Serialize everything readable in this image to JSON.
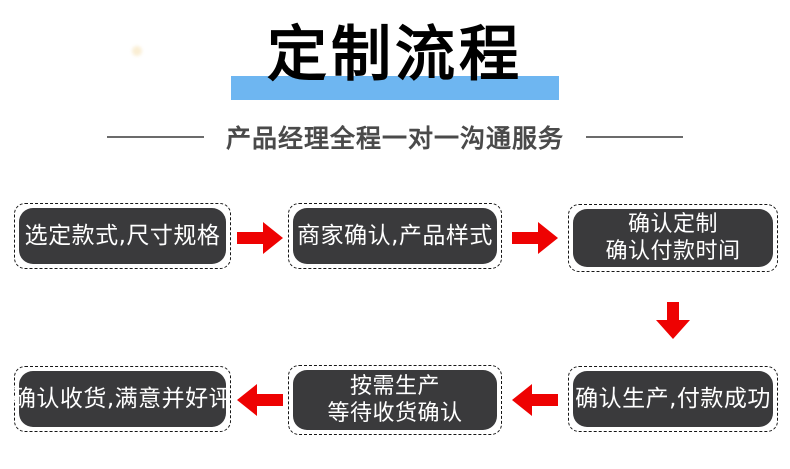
{
  "header": {
    "title": "定制流程",
    "subtitle": "产品经理全程一对一沟通服务"
  },
  "flow": {
    "steps": [
      {
        "order": 1,
        "line1": "选定款式,尺寸规格",
        "line2": ""
      },
      {
        "order": 2,
        "line1": "商家确认,产品样式",
        "line2": ""
      },
      {
        "order": 3,
        "line1": "确认定制",
        "line2": "确认付款时间"
      },
      {
        "order": 4,
        "line1": "确认生产,付款成功",
        "line2": ""
      },
      {
        "order": 5,
        "line1": "按需生产",
        "line2": "等待收货确认"
      },
      {
        "order": 6,
        "line1": "确认收货,满意并好评",
        "line2": ""
      }
    ],
    "arrows": [
      "right-arrow-icon",
      "right-arrow-icon",
      "down-arrow-icon",
      "left-arrow-icon",
      "left-arrow-icon"
    ]
  },
  "colors": {
    "accent-blue": "#6eb6f1",
    "arrow-red": "#ee0202",
    "box-bg": "#3a3a3c",
    "box-text": "#ffffff",
    "subtitle-gray": "#4a4a4a"
  }
}
